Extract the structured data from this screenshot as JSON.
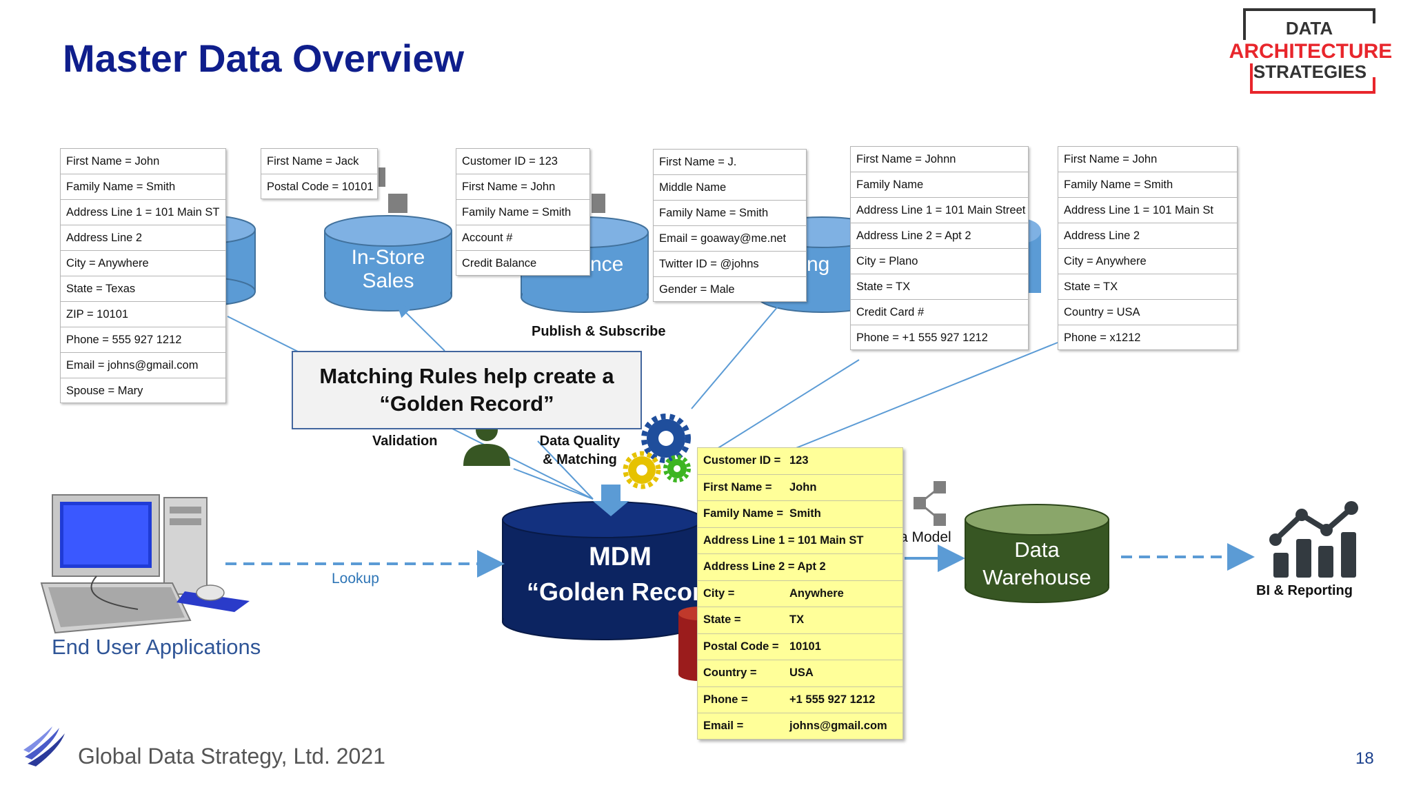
{
  "title": "Master Data Overview",
  "logo": {
    "line1": "DATA",
    "line2": "ARCHITECTURE",
    "line3": "STRATEGIES"
  },
  "source_records": [
    {
      "id": "crm",
      "fields": [
        "First Name = John",
        "Family Name = Smith",
        "Address Line 1 = 101 Main ST",
        "Address Line 2",
        "City = Anywhere",
        "State = Texas",
        "ZIP =      10101",
        "Phone = 555 927 1212",
        "Email = johns@gmail.com",
        "Spouse = Mary"
      ]
    },
    {
      "id": "instore",
      "fields": [
        "First Name = Jack",
        "Postal Code = 10101"
      ]
    },
    {
      "id": "finance",
      "fields": [
        "Customer ID = 123",
        "First Name = John",
        "Family Name = Smith",
        "Account #",
        "Credit Balance"
      ]
    },
    {
      "id": "marketing",
      "fields": [
        "First Name = J.",
        "Middle Name",
        "Family Name = Smith",
        "Email = goaway@me.net",
        "Twitter ID = @johns",
        "Gender = Male"
      ]
    },
    {
      "id": "ecommerce",
      "fields": [
        "First Name = Johnn",
        "Family Name",
        "Address Line 1 = 101 Main Street",
        "Address Line 2 = Apt 2",
        "City = Plano",
        "State = TX",
        "Credit Card #",
        "Phone = +1 555 927 1212"
      ]
    },
    {
      "id": "other",
      "fields": [
        "First Name = John",
        "Family Name = Smith",
        "Address Line 1 = 101 Main St",
        "Address Line 2",
        "City = Anywhere",
        "State = TX",
        "Country = USA",
        "Phone = x1212"
      ]
    }
  ],
  "cylinders": {
    "instore": "In-Store\nSales",
    "finance_fragment": "nce",
    "marketing_fragment": "ng",
    "mdm_line1": "MDM",
    "mdm_line2": "“Golden Record",
    "warehouse": "Data\nWarehouse"
  },
  "labels": {
    "publish_subscribe": "Publish & Subscribe",
    "validation": "Validation",
    "data_quality": "Data Quality\n& Matching",
    "lookup": "Lookup",
    "data_model": "a Model",
    "end_user": "End User Applications",
    "bi_reporting": "BI & Reporting"
  },
  "callout": "Matching Rules help create a\n“Golden Record”",
  "golden_record": [
    {
      "key": "Customer ID =",
      "value": "123"
    },
    {
      "key": "First Name =",
      "value": "John"
    },
    {
      "key": "Family Name =",
      "value": "Smith"
    },
    {
      "key": "Address Line 1 = 101 Main ST",
      "value": ""
    },
    {
      "key": "Address Line 2 = Apt 2",
      "value": ""
    },
    {
      "key": "City =",
      "value": "Anywhere"
    },
    {
      "key": "State =",
      "value": "TX"
    },
    {
      "key": "Postal Code =",
      "value": "10101"
    },
    {
      "key": "Country =",
      "value": "USA"
    },
    {
      "key": "Phone =",
      "value": "+1 555 927 1212"
    },
    {
      "key": "Email  =",
      "value": "johns@gmail.com"
    }
  ],
  "footer": "Global Data Strategy, Ltd. 2021",
  "page_number": "18",
  "colors": {
    "title": "#0f1e8c",
    "cylinder_blue": "#5b9bd5",
    "mdm_navy": "#0c2461",
    "warehouse_green": "#375623",
    "golden_yellow": "#ffff99",
    "connector": "#5b9bd5",
    "logo_red": "#e8262c"
  },
  "icons": [
    "desktop-computer-icon",
    "person-icon",
    "gears-icon",
    "hierarchy-icon",
    "bar-chart-icon",
    "swoosh-logo-icon"
  ]
}
